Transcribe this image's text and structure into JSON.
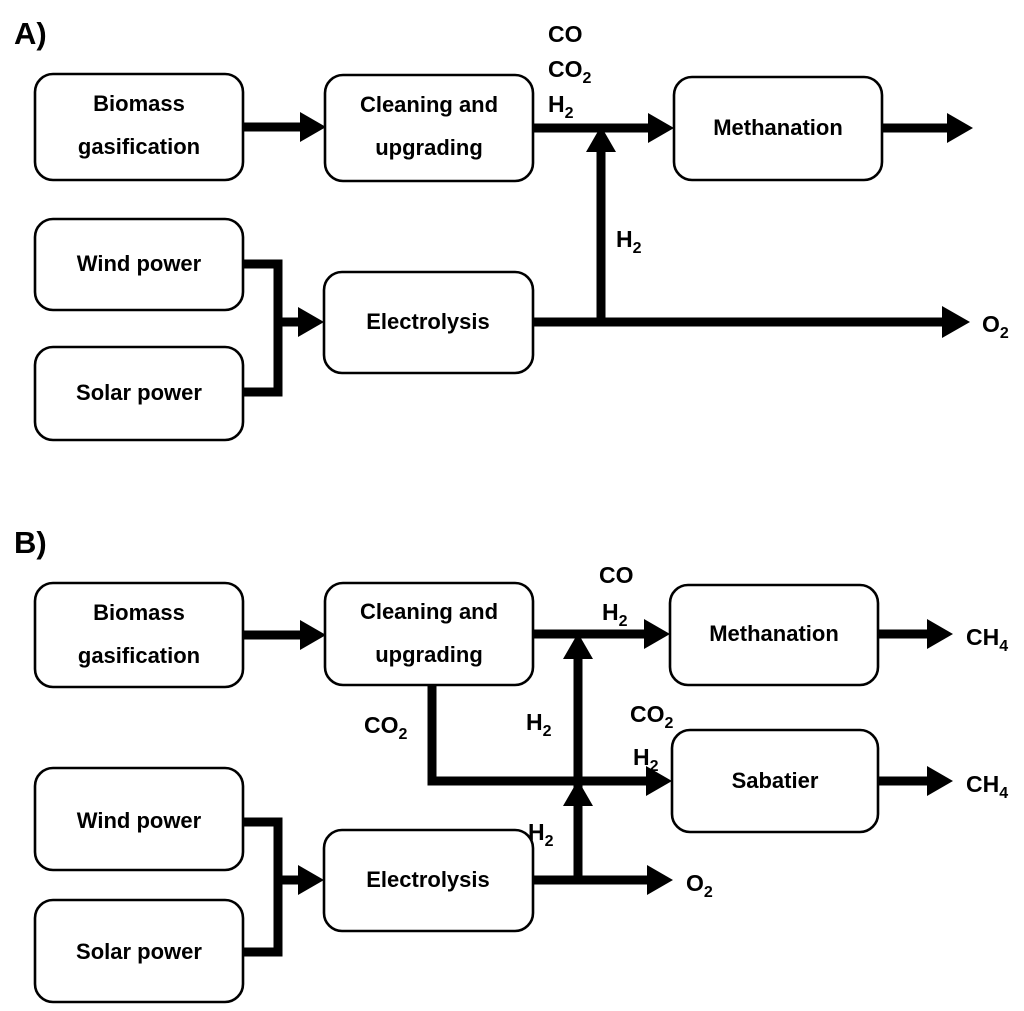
{
  "figure": {
    "type": "process-flow-diagram",
    "background_color": "#ffffff",
    "line_color": "#000000"
  },
  "panels": [
    {
      "id": "A",
      "label": "A)",
      "boxes": [
        {
          "id": "biomass-gasification",
          "line1": "Biomass",
          "line2": "gasification"
        },
        {
          "id": "cleaning-upgrading",
          "line1": "Cleaning and",
          "line2": "upgrading"
        },
        {
          "id": "methanation",
          "line1": "Methanation",
          "line2": ""
        },
        {
          "id": "wind-power",
          "line1": "Wind power",
          "line2": ""
        },
        {
          "id": "solar-power",
          "line1": "Solar power",
          "line2": ""
        },
        {
          "id": "electrolysis",
          "line1": "Electrolysis",
          "line2": ""
        }
      ],
      "flow_labels": [
        {
          "id": "syngas-co",
          "base": "CO",
          "sub": ""
        },
        {
          "id": "syngas-co2",
          "base": "CO",
          "sub": "2"
        },
        {
          "id": "syngas-h2",
          "base": "H",
          "sub": "2"
        },
        {
          "id": "electrolysis-h2",
          "base": "H",
          "sub": "2"
        },
        {
          "id": "electrolysis-o2",
          "base": "O",
          "sub": "2"
        }
      ]
    },
    {
      "id": "B",
      "label": "B)",
      "boxes": [
        {
          "id": "biomass-gasification",
          "line1": "Biomass",
          "line2": "gasification"
        },
        {
          "id": "cleaning-upgrading",
          "line1": "Cleaning and",
          "line2": "upgrading"
        },
        {
          "id": "methanation",
          "line1": "Methanation",
          "line2": ""
        },
        {
          "id": "sabatier",
          "line1": "Sabatier",
          "line2": ""
        },
        {
          "id": "wind-power",
          "line1": "Wind power",
          "line2": ""
        },
        {
          "id": "solar-power",
          "line1": "Solar power",
          "line2": ""
        },
        {
          "id": "electrolysis",
          "line1": "Electrolysis",
          "line2": ""
        }
      ],
      "flow_labels": [
        {
          "id": "methanation-in-co",
          "base": "CO",
          "sub": ""
        },
        {
          "id": "methanation-in-h2",
          "base": "H",
          "sub": "2"
        },
        {
          "id": "methanation-out-ch4",
          "base": "CH",
          "sub": "4"
        },
        {
          "id": "cleaning-co2",
          "base": "CO",
          "sub": "2"
        },
        {
          "id": "riser-h2-upper",
          "base": "H",
          "sub": "2"
        },
        {
          "id": "sabatier-in-co2",
          "base": "CO",
          "sub": "2"
        },
        {
          "id": "sabatier-in-h2",
          "base": "H",
          "sub": "2"
        },
        {
          "id": "sabatier-out-ch4",
          "base": "CH",
          "sub": "4"
        },
        {
          "id": "riser-h2-lower",
          "base": "H",
          "sub": "2"
        },
        {
          "id": "electrolysis-o2",
          "base": "O",
          "sub": "2"
        }
      ]
    }
  ]
}
